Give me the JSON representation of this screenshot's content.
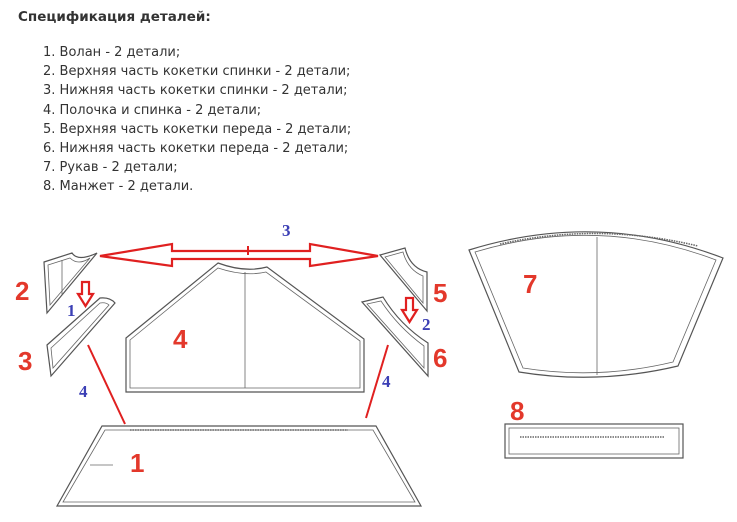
{
  "title": "Спецификация деталей:",
  "items": [
    "1. Волан - 2 детали;",
    "2. Верхняя часть кокетки спинки - 2 детали;",
    "3. Нижняя часть кокетки спинки - 2 детали;",
    "4. Полочка и спинка - 2 детали;",
    "5. Верхняя часть кокетки переда - 2 детали;",
    "6. Нижняя часть кокетки переда - 2 детали;",
    "7. Рукав - 2 детали;",
    "8. Манжет - 2 детали."
  ],
  "diagram": {
    "piece_labels": [
      "1",
      "2",
      "3",
      "4",
      "5",
      "6",
      "7",
      "8"
    ],
    "seam_labels": [
      "1",
      "2",
      "3",
      "4",
      "4"
    ],
    "colors": {
      "piece_label": "#e3382b",
      "seam_label": "#3b3fb5",
      "arrow": "#e02020"
    }
  }
}
